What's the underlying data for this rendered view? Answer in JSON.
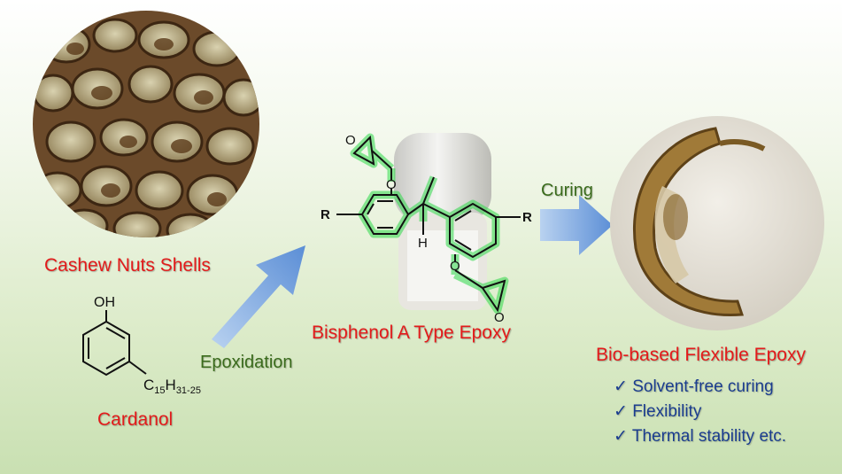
{
  "labels": {
    "cashew": "Cashew Nuts Shells",
    "cardanol": "Cardanol",
    "bisphenol": "Bisphenol A Type Epoxy",
    "biobased": "Bio-based Flexible Epoxy"
  },
  "arrows": {
    "epoxidation": "Epoxidation",
    "curing": "Curing"
  },
  "cardanol_structure": {
    "oh": "OH",
    "c": "C",
    "sub15": "15",
    "h": "H",
    "sub_range": "31-25"
  },
  "epoxy_structure": {
    "o_top": "O",
    "o_link_top": "O",
    "r_left": "R",
    "h_center": "H",
    "o_link_bottom": "O",
    "r_right": "R",
    "o_bottom": "O"
  },
  "properties": [
    {
      "check": "✓",
      "text": "Solvent-free curing"
    },
    {
      "check": "✓",
      "text": "Flexibility"
    },
    {
      "check": "✓",
      "text": "Thermal stability etc."
    }
  ],
  "colors": {
    "label_red": "#e31b1b",
    "arrow_blue": "#7da7de",
    "epoxy_green": "#2fd94a",
    "property_blue": "#1b3d8f",
    "arrow_text_green": "#3a6b1c"
  }
}
